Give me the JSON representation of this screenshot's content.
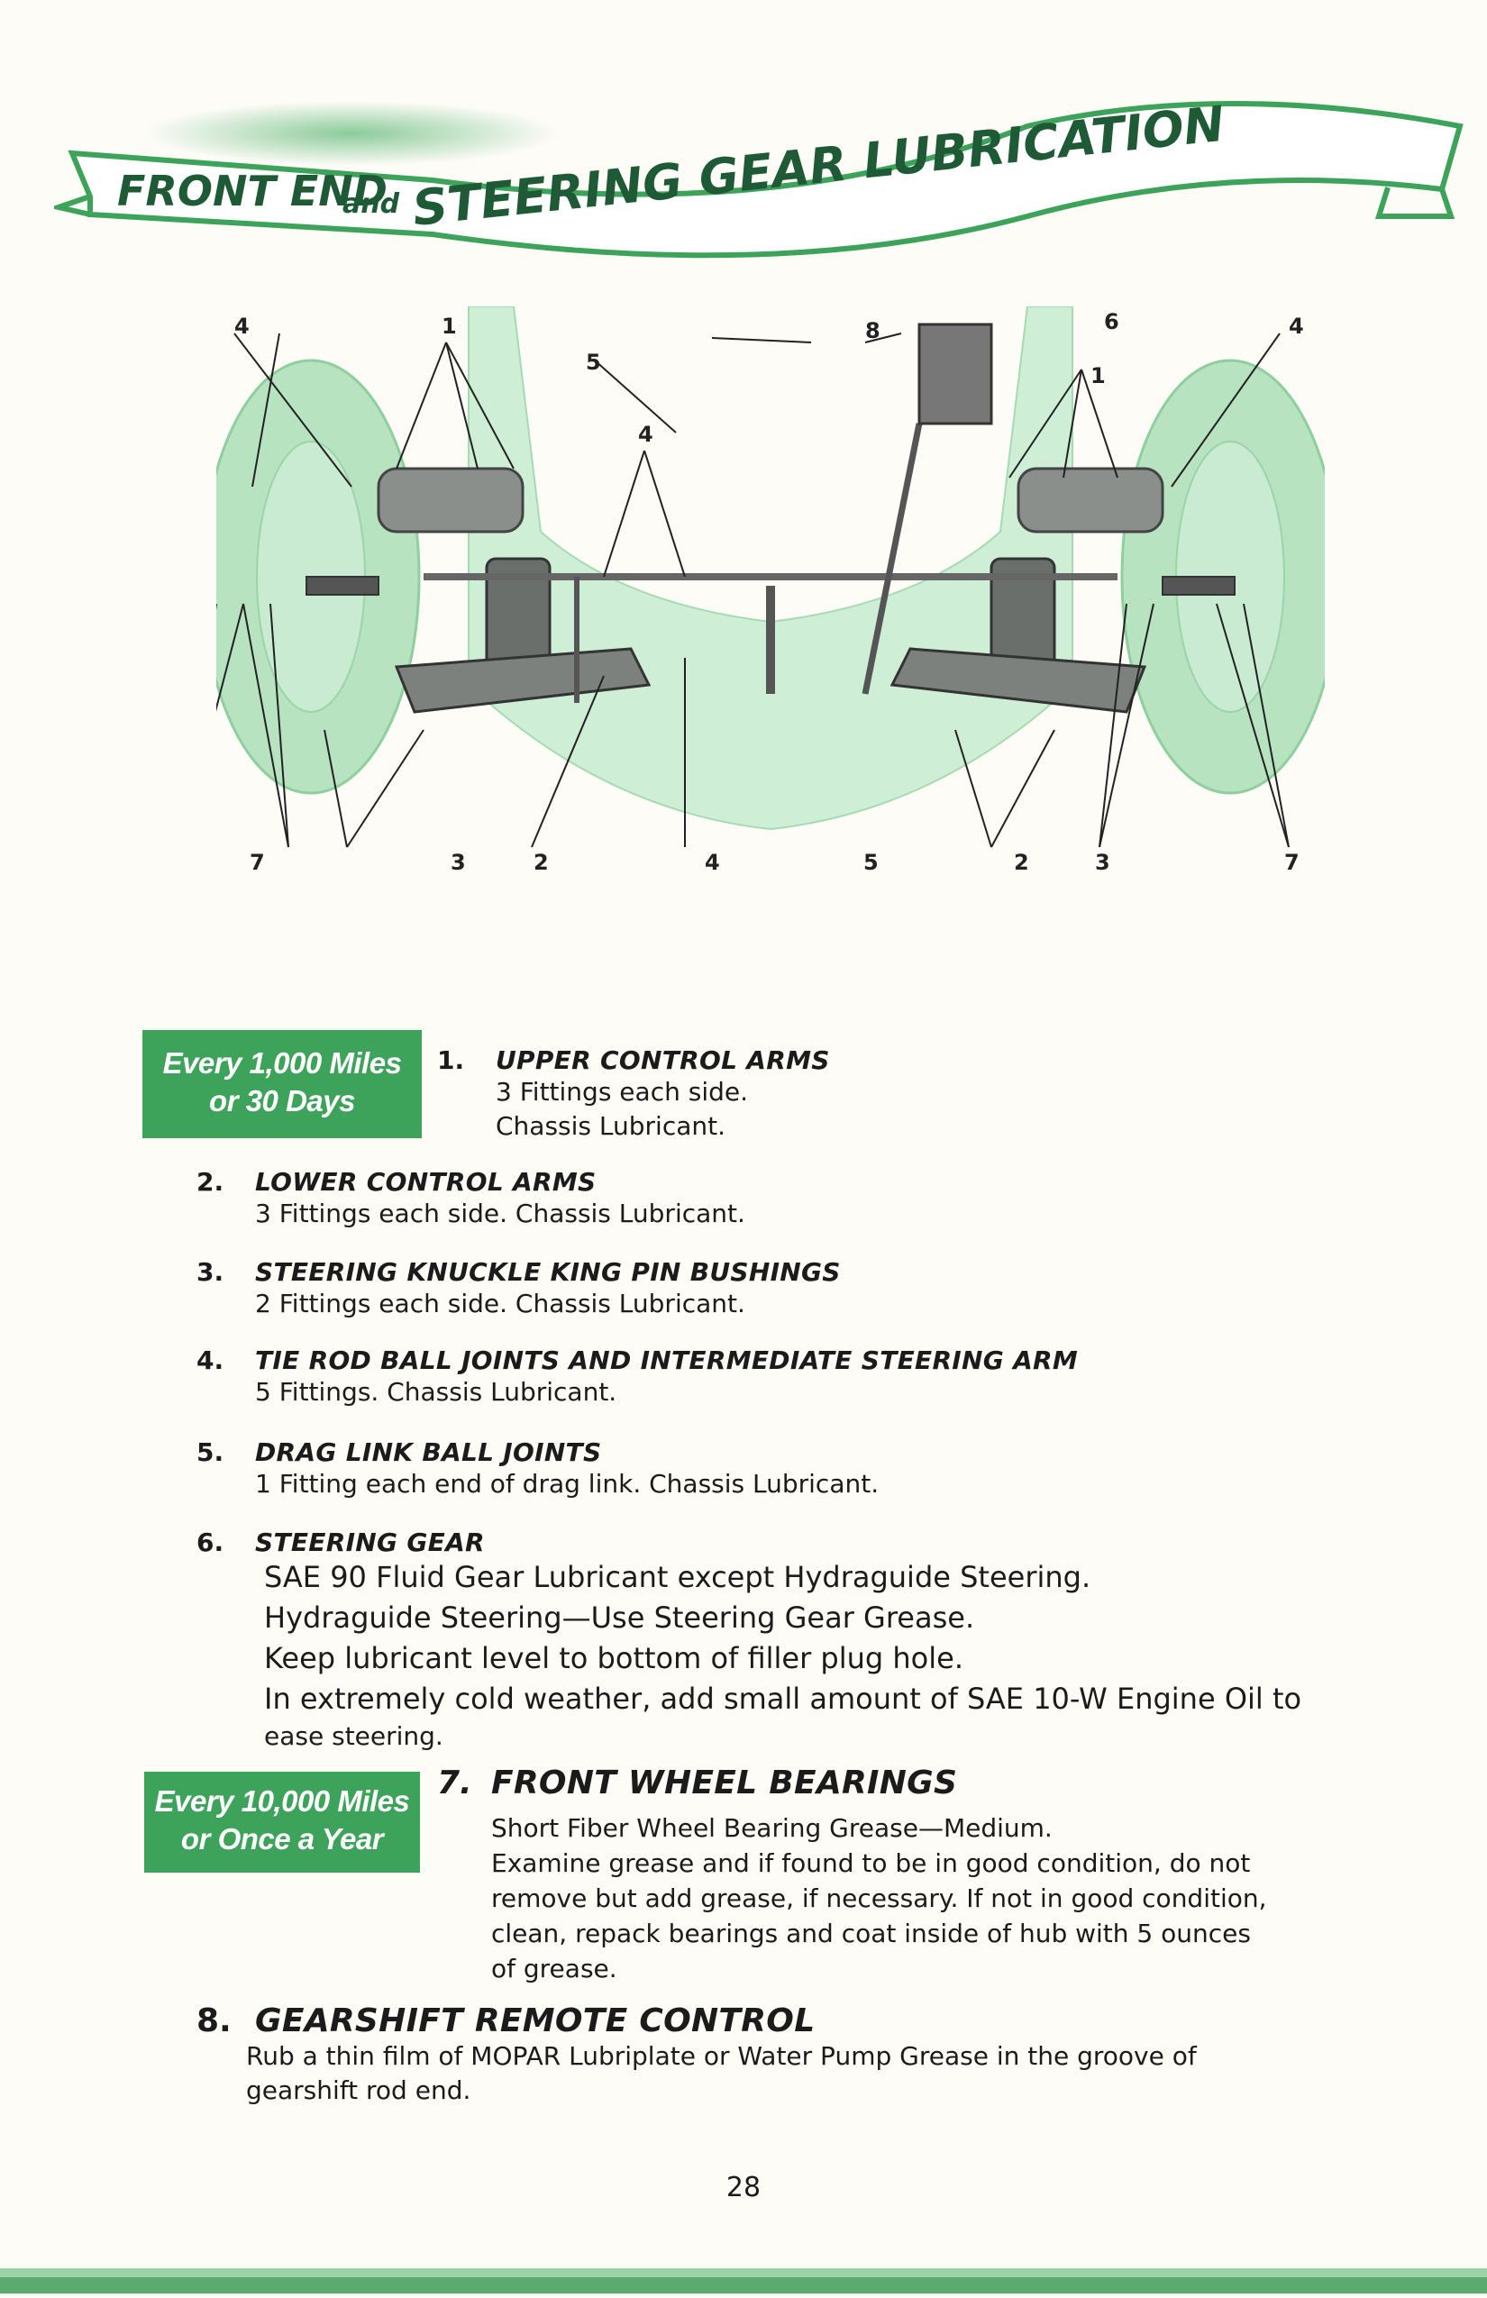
{
  "banner": {
    "part1": "FRONT END",
    "and": "and",
    "part2": "STEERING GEAR LUBRICATION"
  },
  "diagram": {
    "top_callouts": [
      "4",
      "1",
      "5",
      "4",
      "8",
      "6",
      "1",
      "4"
    ],
    "bottom_callouts": [
      "7",
      "3",
      "2",
      "4",
      "5",
      "2",
      "3",
      "7"
    ]
  },
  "badges": [
    {
      "line1": "Every 1,000 Miles",
      "line2": "or 30 Days"
    },
    {
      "line1": "Every 10,000 Miles",
      "line2": "or Once a Year"
    }
  ],
  "items": [
    {
      "number": "1.",
      "heading": "UPPER CONTROL ARMS",
      "lines": [
        "3 Fittings each side.",
        "Chassis Lubricant."
      ]
    },
    {
      "number": "2.",
      "heading": "LOWER CONTROL ARMS",
      "lines": [
        "3 Fittings each side. Chassis Lubricant."
      ]
    },
    {
      "number": "3.",
      "heading": "STEERING KNUCKLE KING PIN BUSHINGS",
      "lines": [
        "2 Fittings each side. Chassis Lubricant."
      ]
    },
    {
      "number": "4.",
      "heading": "TIE ROD BALL JOINTS AND INTERMEDIATE STEERING ARM",
      "lines": [
        "5 Fittings. Chassis Lubricant."
      ]
    },
    {
      "number": "5.",
      "heading": "DRAG LINK BALL JOINTS",
      "lines": [
        "1 Fitting each end of drag link. Chassis Lubricant."
      ]
    },
    {
      "number": "6.",
      "heading": "STEERING GEAR",
      "lines": [
        "SAE 90 Fluid Gear Lubricant except Hydraguide Steering.",
        "Hydraguide Steering—Use Steering Gear Grease.",
        "Keep lubricant level to bottom of filler plug hole.",
        "In extremely cold weather, add small amount of SAE 10-W Engine Oil to",
        "ease steering."
      ]
    },
    {
      "number": "7.",
      "heading": "FRONT WHEEL BEARINGS",
      "lines": [
        "Short Fiber Wheel Bearing Grease—Medium.",
        "Examine grease and if found to be in good condition, do not",
        "remove but add grease, if necessary. If not in good condition,",
        "clean, repack bearings and coat inside of hub with 5 ounces",
        "of grease."
      ]
    },
    {
      "number": "8.",
      "heading": "GEARSHIFT REMOTE CONTROL",
      "lines": [
        "Rub a thin film of MOPAR Lubriplate or Water Pump Grease in the groove of",
        "gearshift rod end."
      ]
    }
  ],
  "page_number": "28",
  "colors": {
    "accent_green": "#3ea35a",
    "light_green": "#a9dcb5",
    "banner_text": "#1f5a36"
  }
}
